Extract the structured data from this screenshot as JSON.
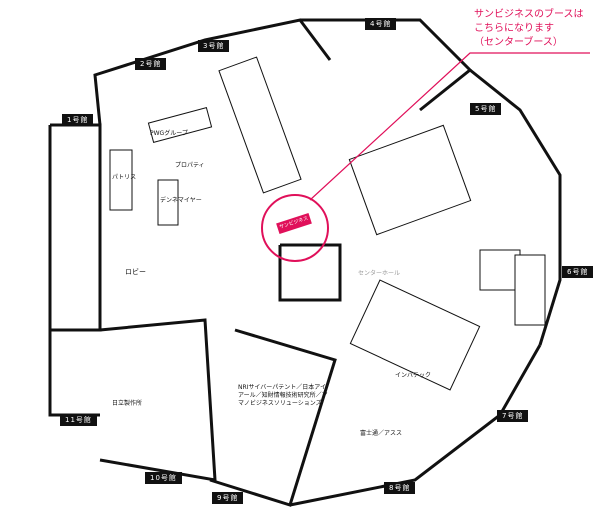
{
  "annotation": {
    "lines": [
      "サンビジネスのブースは",
      "こちらになります",
      "（センターブース）"
    ],
    "color": "#e0105a"
  },
  "highlight_booth": "サンビジネス",
  "halls": [
    "1号館",
    "2号館",
    "3号館",
    "4号館",
    "5号館",
    "6号館",
    "7号館",
    "8号館",
    "9号館",
    "10号館",
    "11号館"
  ],
  "areas": {
    "lobby": "ロビー",
    "center_hall": "センターホール",
    "hitachi": "日立製作所",
    "fujitsu": "富士通／アスス",
    "nri": "NRIサイバーパテント／日本アイアール／知財情報技術研究所／アマノビジネスソリューションズ",
    "patolis": "パトリス",
    "dennet": "デンネマイヤー",
    "property": "プロパティ",
    "pwg": "PWGグループ",
    "inpit": "インパテック"
  }
}
